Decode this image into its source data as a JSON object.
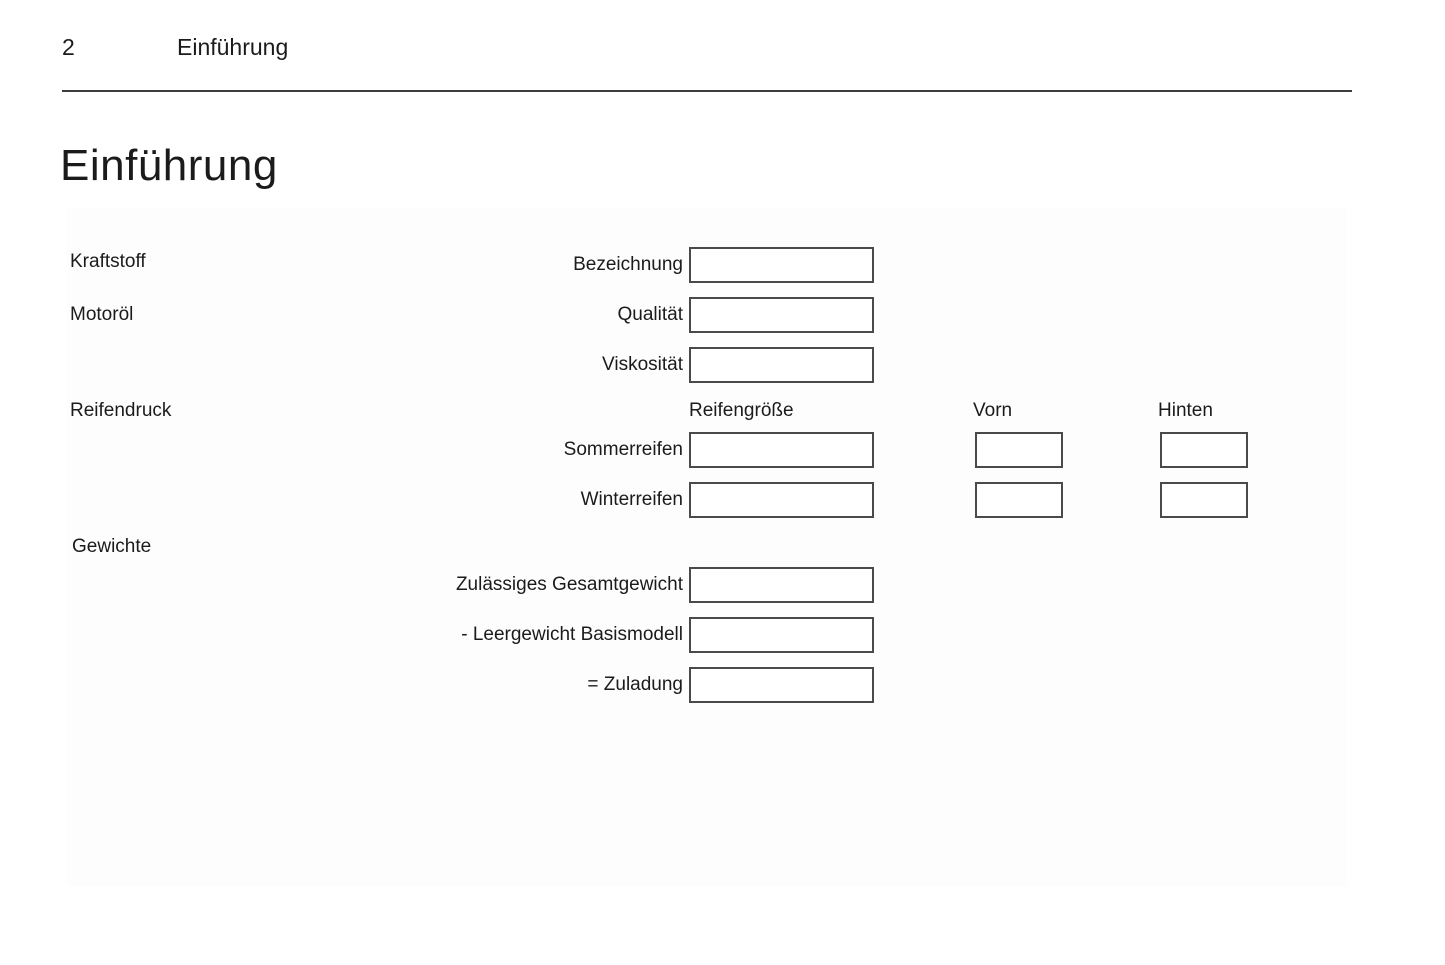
{
  "header": {
    "page_number": "2",
    "chapter_title": "Einführung"
  },
  "title": "Einführung",
  "form": {
    "row_labels": {
      "kraftstoff": "Kraftstoff",
      "motoroel": "Motoröl",
      "reifendruck": "Reifendruck",
      "gewichte": "Gewichte"
    },
    "field_labels": {
      "bezeichnung": "Bezeichnung",
      "qualitaet": "Qualität",
      "viskositaet": "Viskosität",
      "sommerreifen": "Sommerreifen",
      "winterreifen": "Winterreifen",
      "gesamtgewicht": "Zulässiges Gesamtgewicht",
      "leergewicht": "- Leergewicht Basismodell",
      "zuladung": "= Zuladung"
    },
    "column_headers": {
      "reifengroesse": "Reifengröße",
      "vorn": "Vorn",
      "hinten": "Hinten"
    },
    "values": {
      "bezeichnung": "",
      "qualitaet": "",
      "viskositaet": "",
      "sommerreifen_groesse": "",
      "sommerreifen_vorn": "",
      "sommerreifen_hinten": "",
      "winterreifen_groesse": "",
      "winterreifen_vorn": "",
      "winterreifen_hinten": "",
      "gesamtgewicht": "",
      "leergewicht_basismodell": "",
      "zuladung": ""
    }
  },
  "colors": {
    "text": "#1b1b1b",
    "box_border": "#4a4a4a",
    "divider": "#3d3d3d",
    "panel_background": "#fdfdfd"
  }
}
